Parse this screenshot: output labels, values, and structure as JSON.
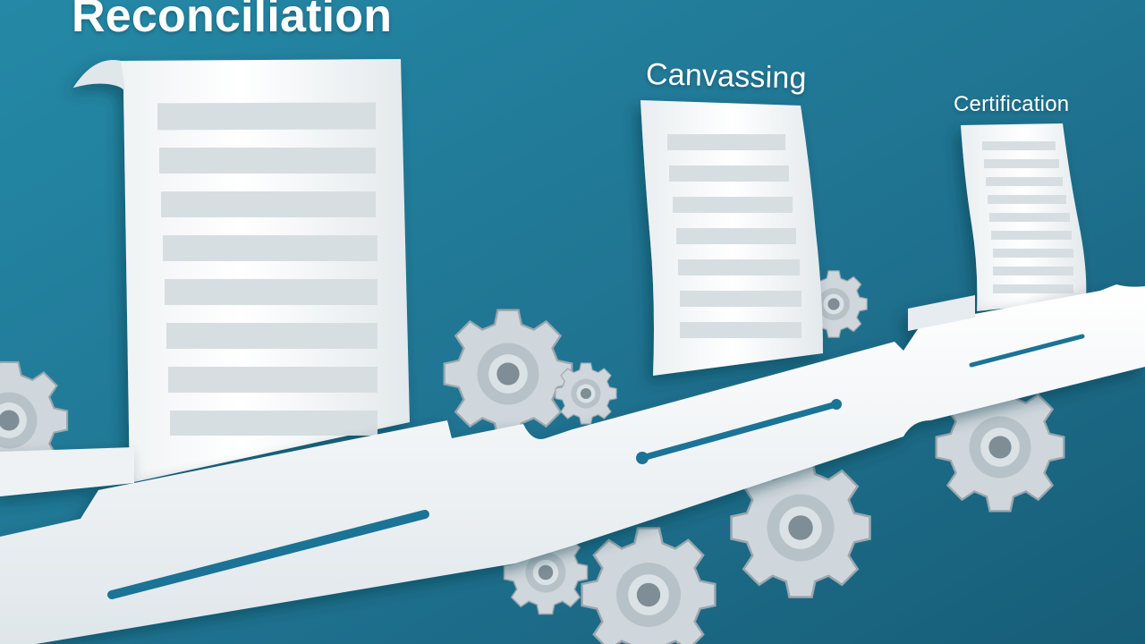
{
  "labels": {
    "reconciliation": "Reconciliation",
    "canvassing": "Canvassing",
    "certification": "Certification"
  },
  "colors": {
    "background": "#1f6f8c",
    "paper": "#f4f7f8",
    "text_lines": "#d8dfe2",
    "progress_line": "#1b7396",
    "gear": "#c9d1d6"
  },
  "icons": [
    "document-icon",
    "gear-icon",
    "conveyor-belt"
  ]
}
